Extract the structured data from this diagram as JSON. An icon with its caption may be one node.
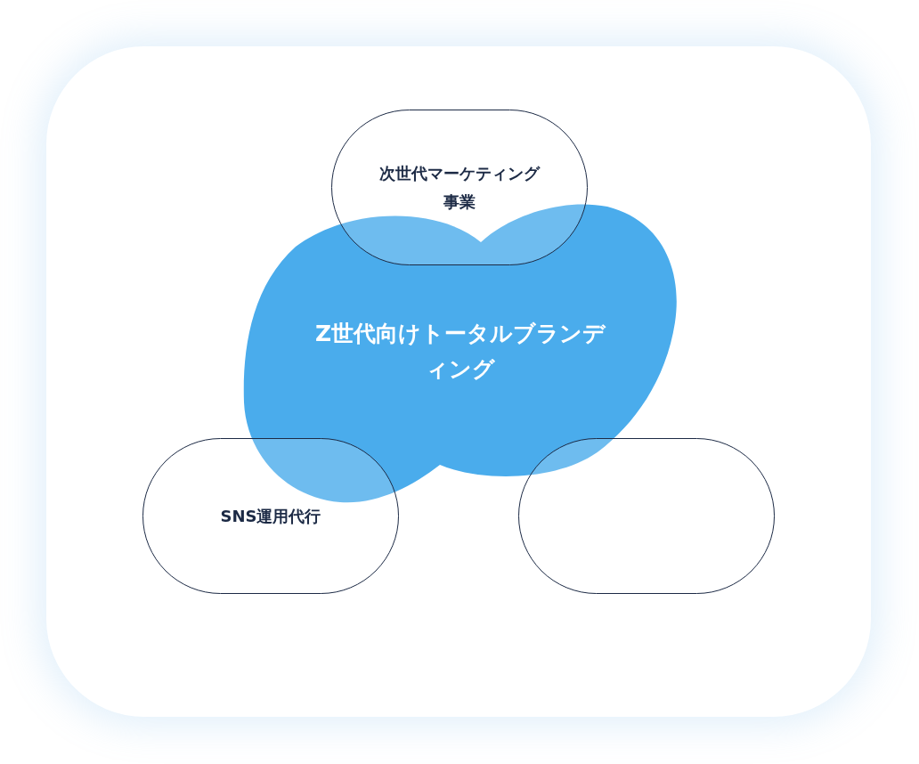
{
  "diagram": {
    "nodes": [
      {
        "text": [
          "次世代マーケティング事業"
        ]
      },
      {
        "text": [
          "Z世代向けトータルブランディング"
        ]
      },
      {
        "text": [
          "SNS運用代行"
        ]
      },
      {
        "text": [],
        "shape": "oval"
      }
    ]
  }
}
